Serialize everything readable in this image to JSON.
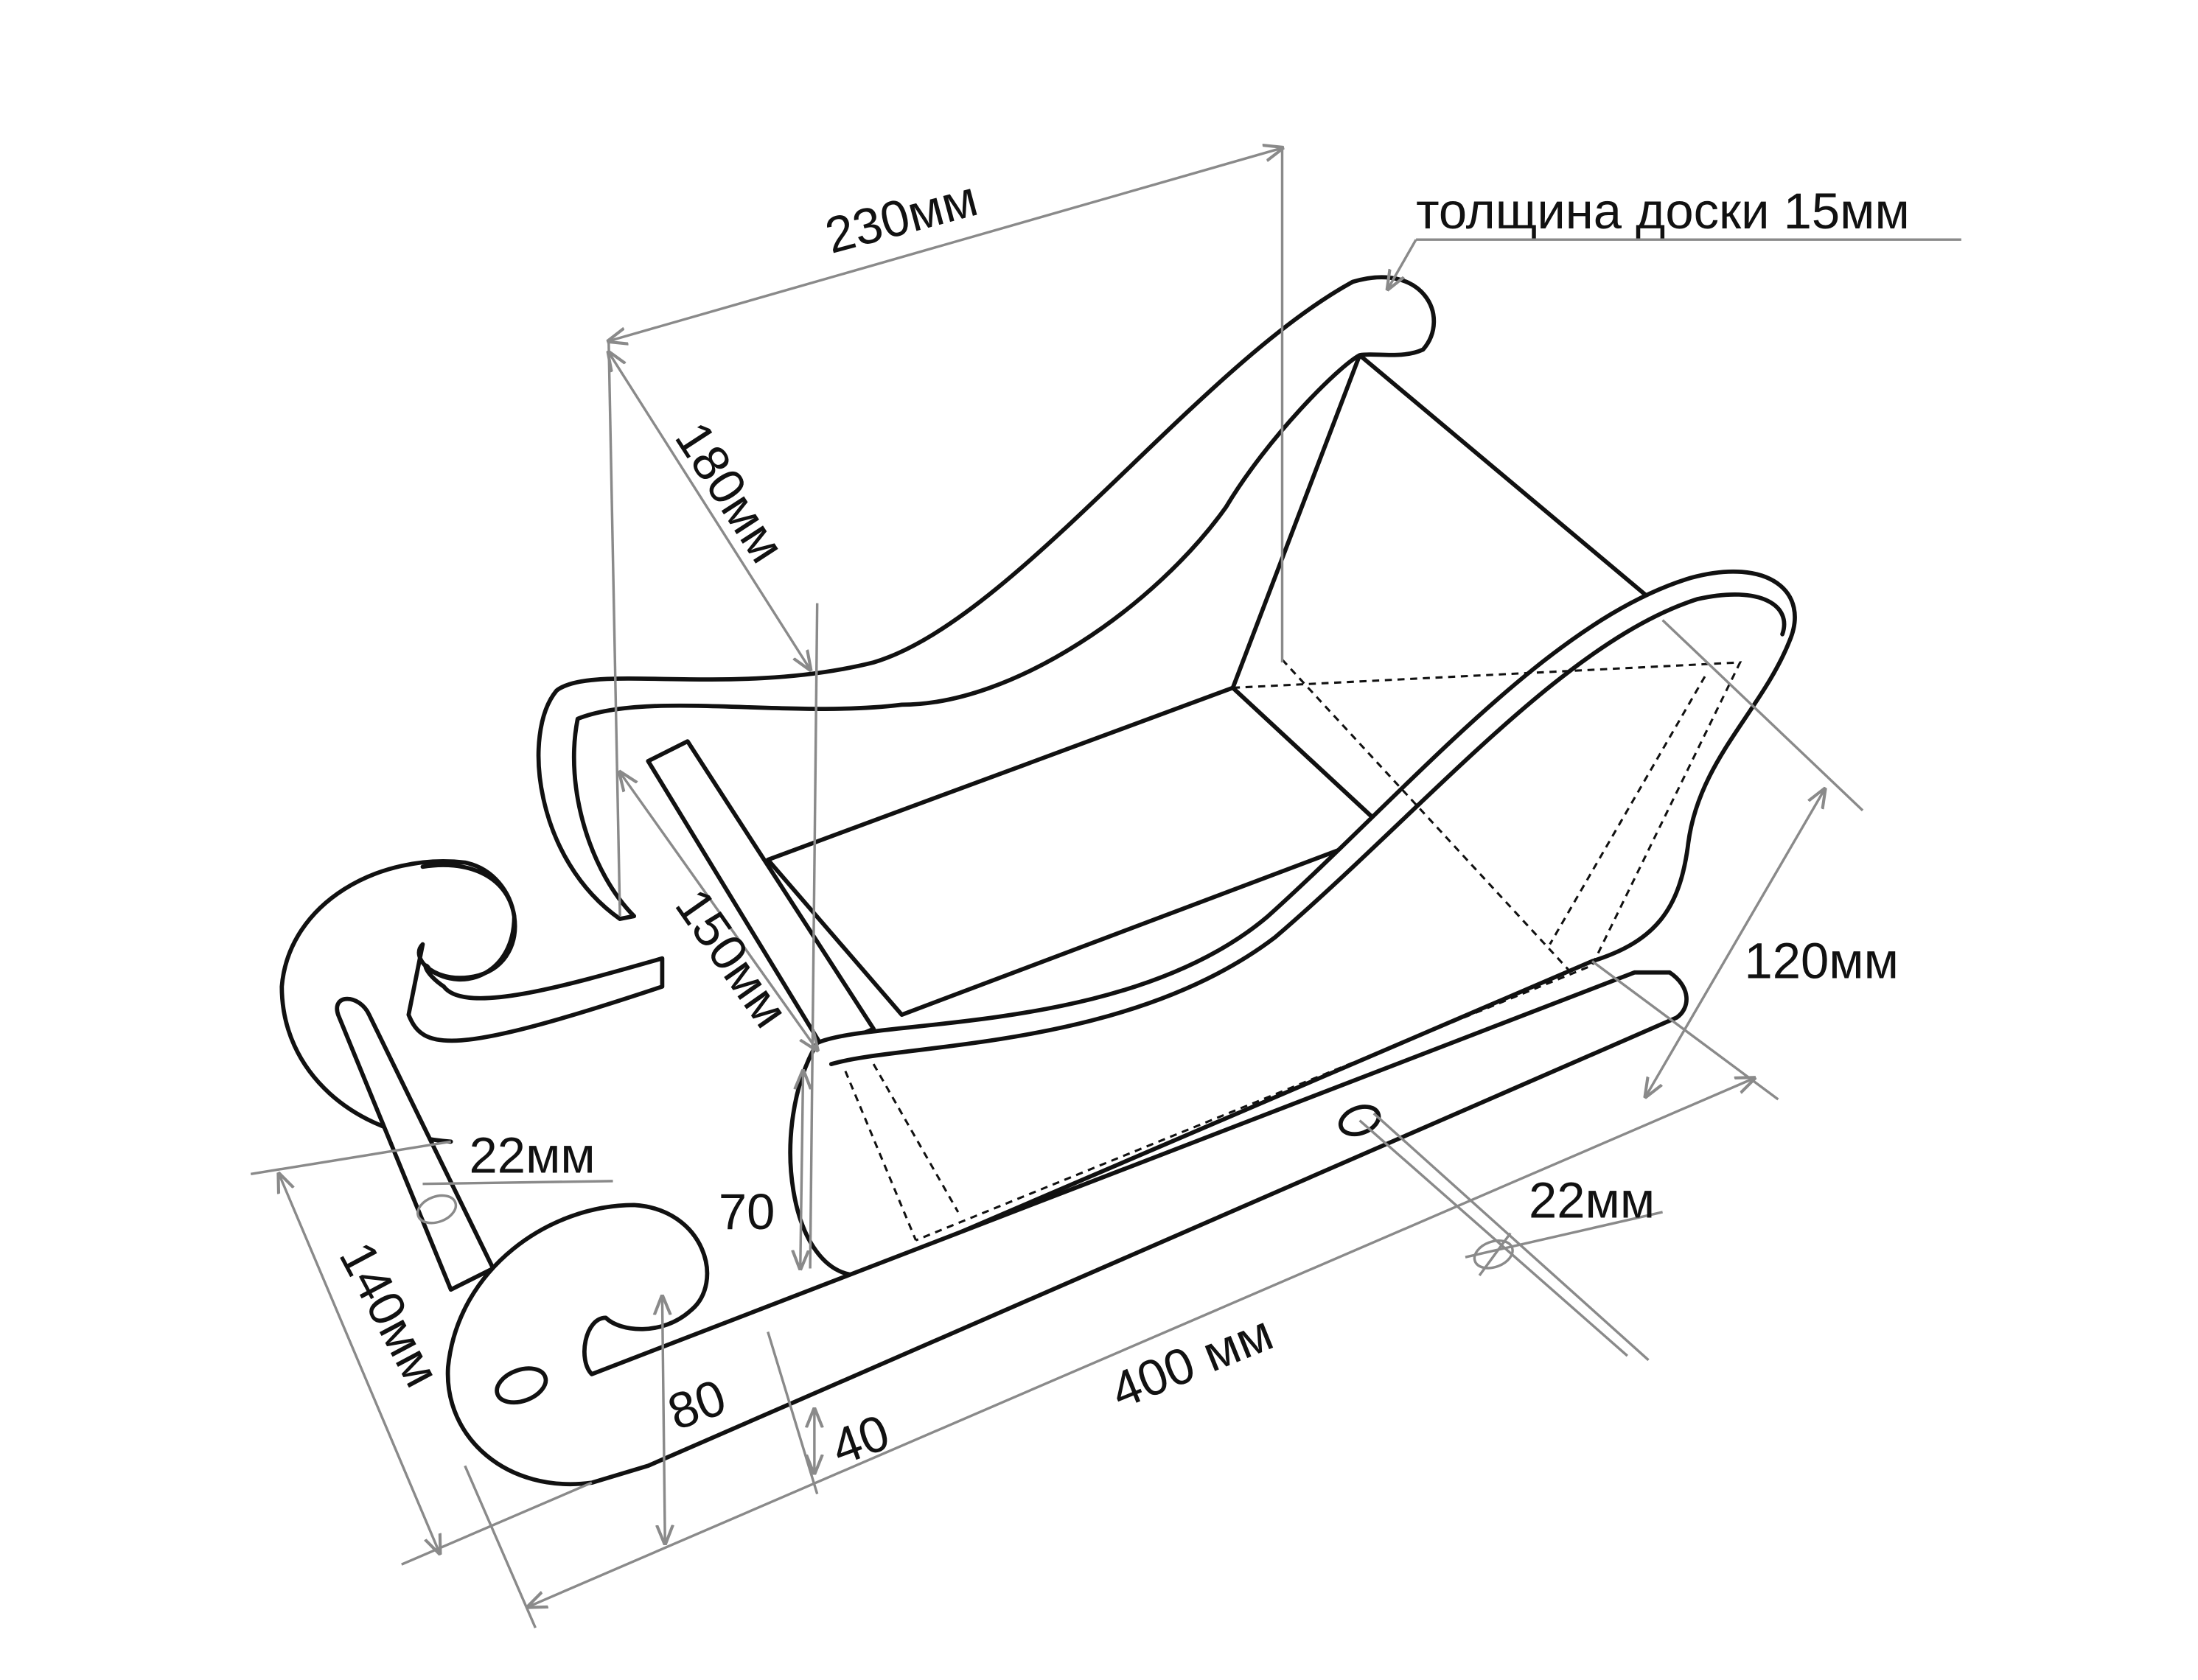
{
  "title": "Санки — чертёж с размерами",
  "colors": {
    "outline": "#111111",
    "dimension": "#8a8a8a",
    "background": "#ffffff"
  },
  "labels": {
    "width_top": "230мм",
    "board_thickness": "толщина доски 15мм",
    "side_height": "180мм",
    "seat_width": "150мм",
    "back_height": "120мм",
    "hole_left": "22мм",
    "front_height": "70",
    "runner_width": "140мм",
    "hole_right": "22мм",
    "curl_height": "80",
    "runner_height": "40",
    "length": "400 мм"
  }
}
